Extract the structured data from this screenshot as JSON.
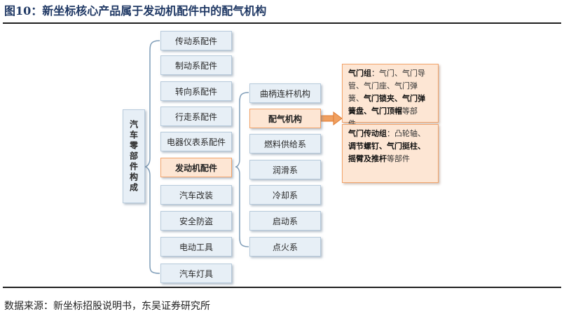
{
  "figure": {
    "title": "图10：新坐标核心产品属于发动机配件中的配气机构",
    "source": "数据来源：新坐标招股说明书，东吴证券研究所"
  },
  "root": {
    "label": "汽车零部件构成"
  },
  "level1": [
    {
      "label": "传动系配件"
    },
    {
      "label": "制动系配件"
    },
    {
      "label": "转向系配件"
    },
    {
      "label": "行走系配件"
    },
    {
      "label": "电器仪表系配件"
    },
    {
      "label": "发动机配件",
      "highlight": true
    },
    {
      "label": "汽车改装"
    },
    {
      "label": "安全防盗"
    },
    {
      "label": "电动工具"
    },
    {
      "label": "汽车灯具"
    }
  ],
  "level2": [
    {
      "label": "曲柄连杆机构"
    },
    {
      "label": "配气机构",
      "highlight": true
    },
    {
      "label": "燃料供给系"
    },
    {
      "label": "润滑系"
    },
    {
      "label": "冷却系"
    },
    {
      "label": "启动系"
    },
    {
      "label": "点火系"
    }
  ],
  "details": [
    {
      "head": "气门组",
      "colon": "：",
      "segments": [
        {
          "text": "气门、气门导管、气门座、气门弹簧、",
          "bold": false
        },
        {
          "text": "气门锁夹、气门弹簧盘、气门顶帽",
          "bold": true
        },
        {
          "text": "等部件。",
          "bold": false
        }
      ]
    },
    {
      "head": "气门传动组",
      "colon": "：",
      "segments": [
        {
          "text": "凸轮轴、",
          "bold": false
        },
        {
          "text": "调节螺钉、气门挺柱、摇臂及推杆",
          "bold": true
        },
        {
          "text": "等部件",
          "bold": false
        }
      ]
    }
  ]
}
